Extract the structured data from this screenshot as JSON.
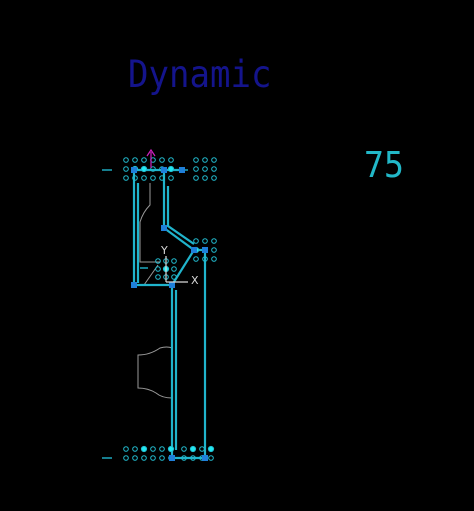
{
  "drawing": {
    "title": "Dynamic",
    "value": "75",
    "axis_y": "Y",
    "axis_x": "X"
  },
  "colors": {
    "background": "#000000",
    "title_text": "#14148c",
    "value_text": "#22b8c8",
    "outline": "#20b4cc",
    "grip": "#1f7fd9",
    "dot": "#22bcd0",
    "dot_fill": "#22e8f0",
    "ucs_arrow": "#d020c0",
    "profile": "#9a9a9a",
    "axis_text": "#d8d8d8"
  },
  "icons": {
    "ucs": "ucs-icon",
    "grip": "grip-square-icon",
    "snap_point": "snap-dot-icon"
  }
}
